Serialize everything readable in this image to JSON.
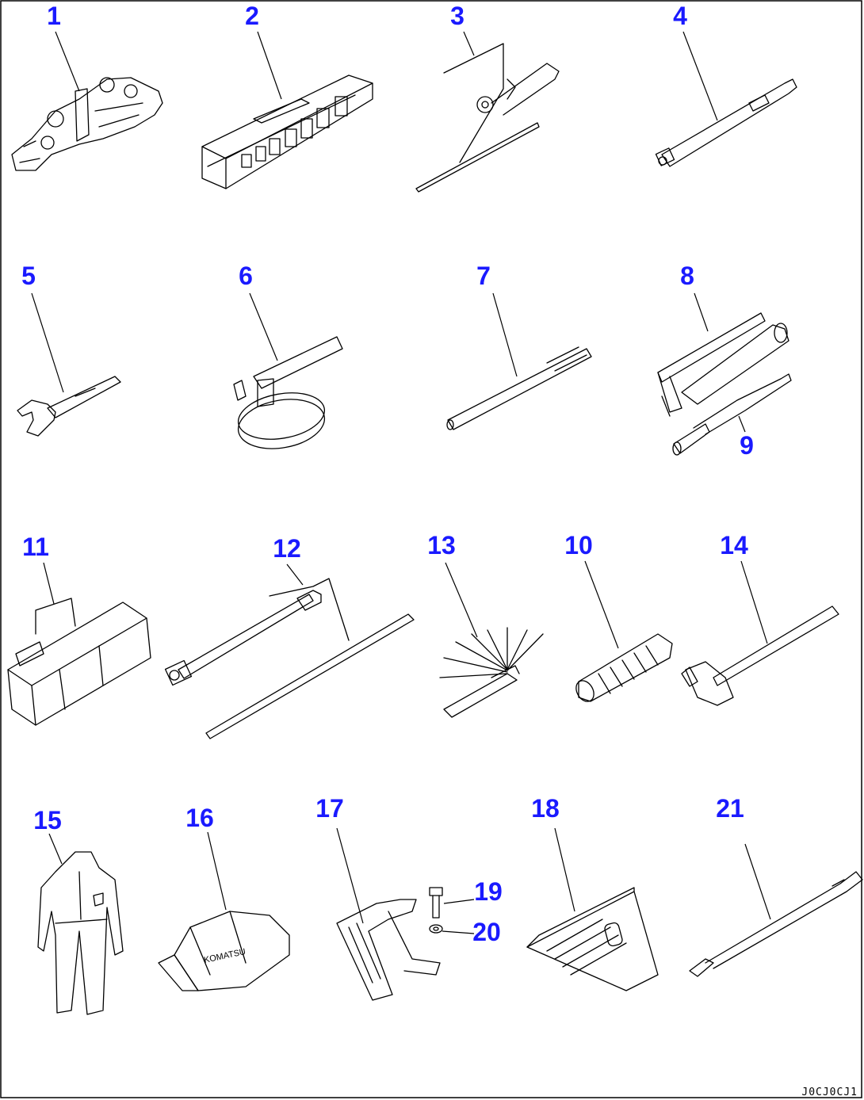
{
  "title": "",
  "drawing_code": "J0CJ0CJ1",
  "accent_color": "#1a1aff",
  "parts": [
    {
      "id": "p1",
      "number": "1",
      "icon": "combination-wrench-set-icon"
    },
    {
      "id": "p2",
      "number": "2",
      "icon": "socket-set-case-icon"
    },
    {
      "id": "p3",
      "number": "3",
      "icon": "socket-with-bar-icon"
    },
    {
      "id": "p4",
      "number": "4",
      "icon": "extension-socket-icon"
    },
    {
      "id": "p5",
      "number": "5",
      "icon": "open-end-wrench-icon"
    },
    {
      "id": "p6",
      "number": "6",
      "icon": "filter-wrench-icon"
    },
    {
      "id": "p7",
      "number": "7",
      "icon": "bar-icon"
    },
    {
      "id": "p8",
      "number": "8",
      "icon": "grease-gun-icon"
    },
    {
      "id": "p9",
      "number": "9",
      "icon": "grease-nozzle-icon"
    },
    {
      "id": "p10",
      "number": "10",
      "icon": "hose-icon"
    },
    {
      "id": "p11",
      "number": "11",
      "icon": "tool-bag-icon"
    },
    {
      "id": "p12",
      "number": "12",
      "icon": "socket-wrench-with-bar-icon"
    },
    {
      "id": "p13",
      "number": "13",
      "icon": "feeler-gauge-icon"
    },
    {
      "id": "p14",
      "number": "14",
      "icon": "hammer-icon"
    },
    {
      "id": "p15",
      "number": "15",
      "icon": "coverall-icon"
    },
    {
      "id": "p16",
      "number": "16",
      "icon": "cap-icon",
      "label": "KOMATSU"
    },
    {
      "id": "p17",
      "number": "17",
      "icon": "bracket-icon"
    },
    {
      "id": "p18",
      "number": "18",
      "icon": "wheel-chock-icon"
    },
    {
      "id": "p19",
      "number": "19",
      "icon": "bolt-icon"
    },
    {
      "id": "p20",
      "number": "20",
      "icon": "washer-icon"
    },
    {
      "id": "p21",
      "number": "21",
      "icon": "screwdriver-icon"
    }
  ]
}
